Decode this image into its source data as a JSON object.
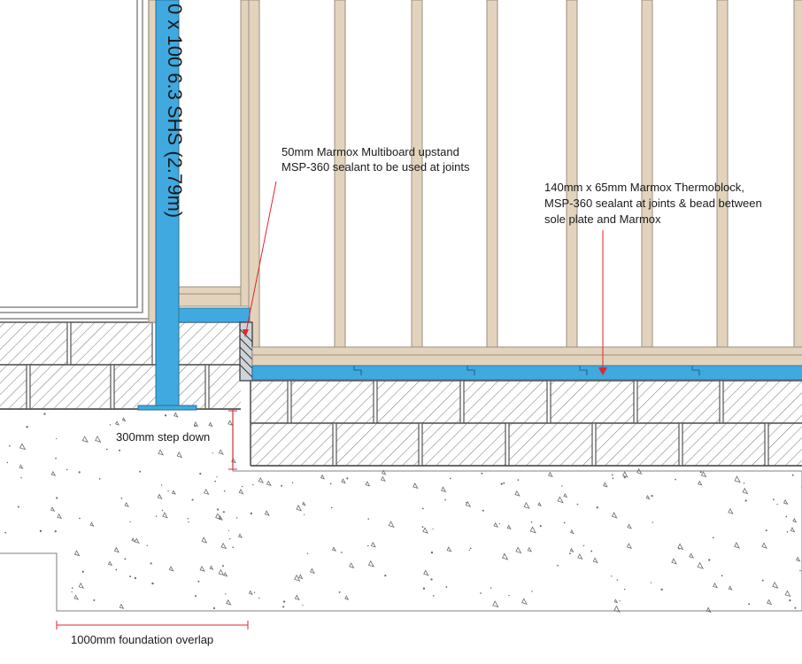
{
  "labels": {
    "steel_post": "0 x 100 6.3 SHS (2.79m)",
    "upstand_line1": "50mm Marmox Multiboard upstand",
    "upstand_line2": "MSP-360 sealant to be used at joints",
    "thermoblock_line1": "140mm x 65mm Marmox Thermoblock,",
    "thermoblock_line2": "MSP-360 sealant at joints & bead between",
    "thermoblock_line3": "sole plate and Marmox",
    "step_down": "300mm step down",
    "foundation_overlap": "1000mm foundation overlap"
  },
  "colors": {
    "marmox_blue": "#3fa9e0",
    "timber": "#e3d3bd",
    "timber_edge": "#9a8f82",
    "leader_red": "#e0262e",
    "hatch": "#555555",
    "concrete_speckle": "#6b6b6b"
  }
}
